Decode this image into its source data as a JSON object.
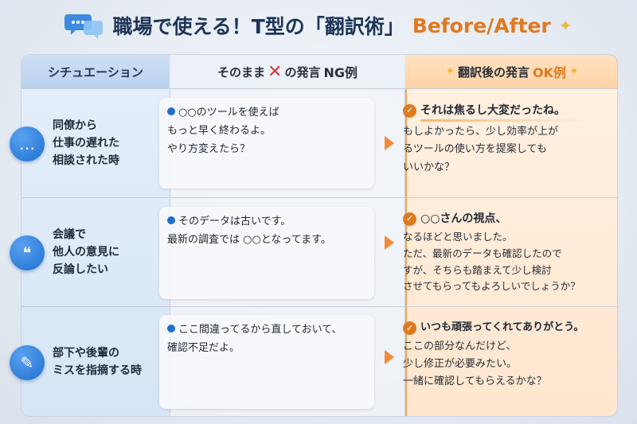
{
  "title": {
    "main": "職場で使える！T型の「翻訳術」",
    "accent": "Before/After",
    "icon": "speech-bubbles-icon"
  },
  "headers": {
    "situation": "シチュエーション",
    "ng_prefix": "そのまま",
    "ng_middle": "の発言",
    "ng_tag": "NG例",
    "ok_prefix": "翻訳後の発言",
    "ok_tag": "OK例"
  },
  "rows": [
    {
      "situation": "同僚から\n仕事の遅れた\n相談された時",
      "icon": "chat-bubble-icon",
      "ng_lines": [
        "○○のツールを使えば",
        "もっと早く終わるよ。",
        "やり方変えたら？"
      ],
      "ok_head": "それは焦るし大変だったね。",
      "ok_body": "もしよかったら、少し効率が上が\nるツールの使い方を提案しても\nいいかな？"
    },
    {
      "situation": "会議で\n他人の意見に\n反論したい",
      "icon": "discussion-icon",
      "ng_lines": [
        "そのデータは古いです。",
        "最新の調査では ○○となってます。"
      ],
      "ok_head": "○○さんの視点、",
      "ok_body": "なるほどと思いました。\nただ、最新のデータも確認したので\nすが、そちらも踏まえて少し検討\nさせてもらってもよろしいでしょうか？"
    },
    {
      "situation": "部下や後輩の\nミスを指摘する時",
      "icon": "chat-bubble-icon",
      "ng_lines": [
        "ここ間違ってるから直しておいて、",
        "確認不足だよ。"
      ],
      "ok_head": "いつも頑張ってくれてありがとう。",
      "ok_body": "ここの部分なんだけど、\n少し修正が必要みたい。\n一緒に確認してもらえるかな？"
    }
  ],
  "colors": {
    "title": "#1d3557",
    "accent": "#e07a1f",
    "ng_mark": "#d33b3b",
    "bullet": "#1f6fd0"
  }
}
